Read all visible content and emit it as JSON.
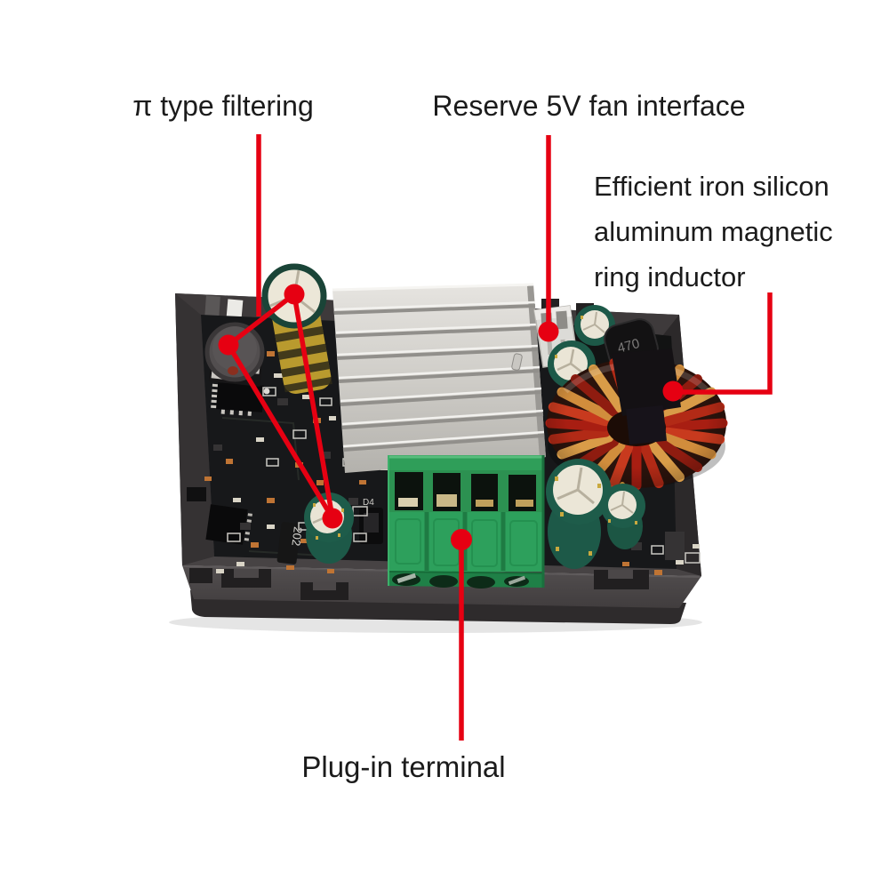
{
  "labels": {
    "pi_filter": "π type filtering",
    "fan_interface": "Reserve 5V fan interface",
    "ring_inductor_lines": [
      "Efficient iron silicon",
      "aluminum magnetic",
      "ring inductor"
    ],
    "plug_terminal": "Plug-in terminal"
  },
  "markings": {
    "power_inductor": "470",
    "resistor": "202",
    "diode_silkscreen": "D4"
  },
  "palette": {
    "annotation_red": "#e60012",
    "label_text": "#1b1b1b",
    "background": "#ffffff",
    "case_gray": "#474344",
    "pcb_black": "#17181a",
    "heatsink_silver": "#d6d4d0",
    "terminal_green": "#2da05c",
    "capacitor_green": "#1d5948",
    "capacitor_top_cream": "#eae5d6",
    "winding_red": "#c2371c",
    "winding_copper": "#d08a38"
  }
}
